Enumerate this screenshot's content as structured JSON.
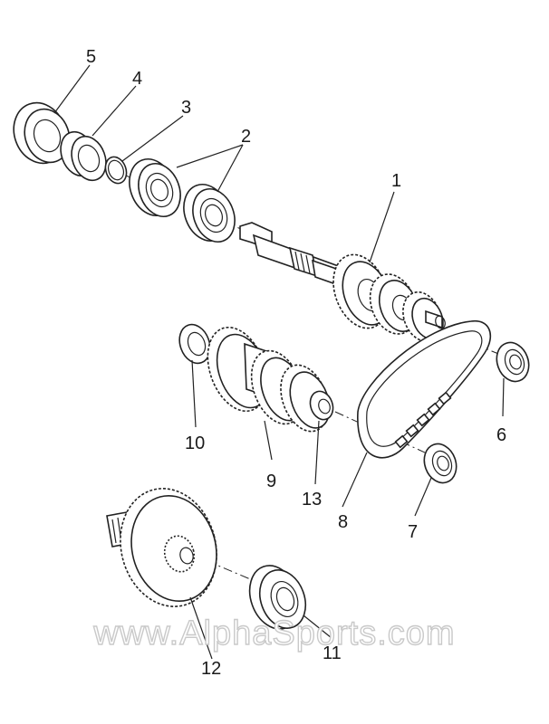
{
  "diagram": {
    "callouts": [
      "1",
      "2",
      "3",
      "4",
      "5",
      "6",
      "7",
      "8",
      "9",
      "10",
      "11",
      "12",
      "13"
    ],
    "watermark": "www.AlphaSports.com"
  },
  "colors": {
    "line": "#222222",
    "watermark_outline": "#c9c9c9"
  }
}
